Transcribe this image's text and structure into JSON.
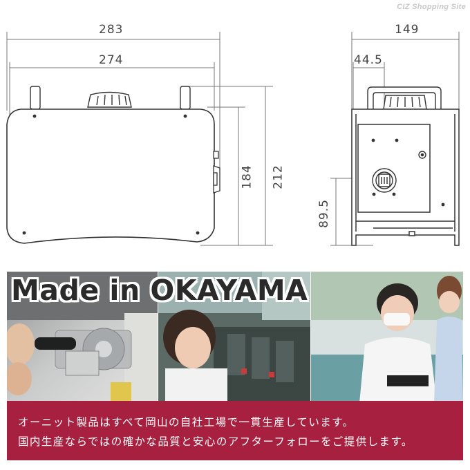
{
  "watermark": "CIZ Shopping Site",
  "dimensions": {
    "front_width_outer": "283",
    "front_width_inner": "274",
    "front_height_body": "184",
    "front_height_total": "212",
    "side_width": "149",
    "side_handle_offset": "44.5",
    "side_outlet_height": "89.5"
  },
  "headline": "Made in OKAYAMA",
  "banner": {
    "line1": "オーニット製品はすべて岡山の自社工場で一貫生産しています。",
    "line2": "国内生産ならではの確かな品質と安心のアフターフォローをご提供します。"
  },
  "photos": [
    {
      "name": "tool-assembly-photo"
    },
    {
      "name": "factory-worker-photo"
    },
    {
      "name": "inspection-worker-photo"
    }
  ],
  "colors": {
    "banner": "#a8203f",
    "line": "#333333",
    "dimension_line": "#777777"
  }
}
